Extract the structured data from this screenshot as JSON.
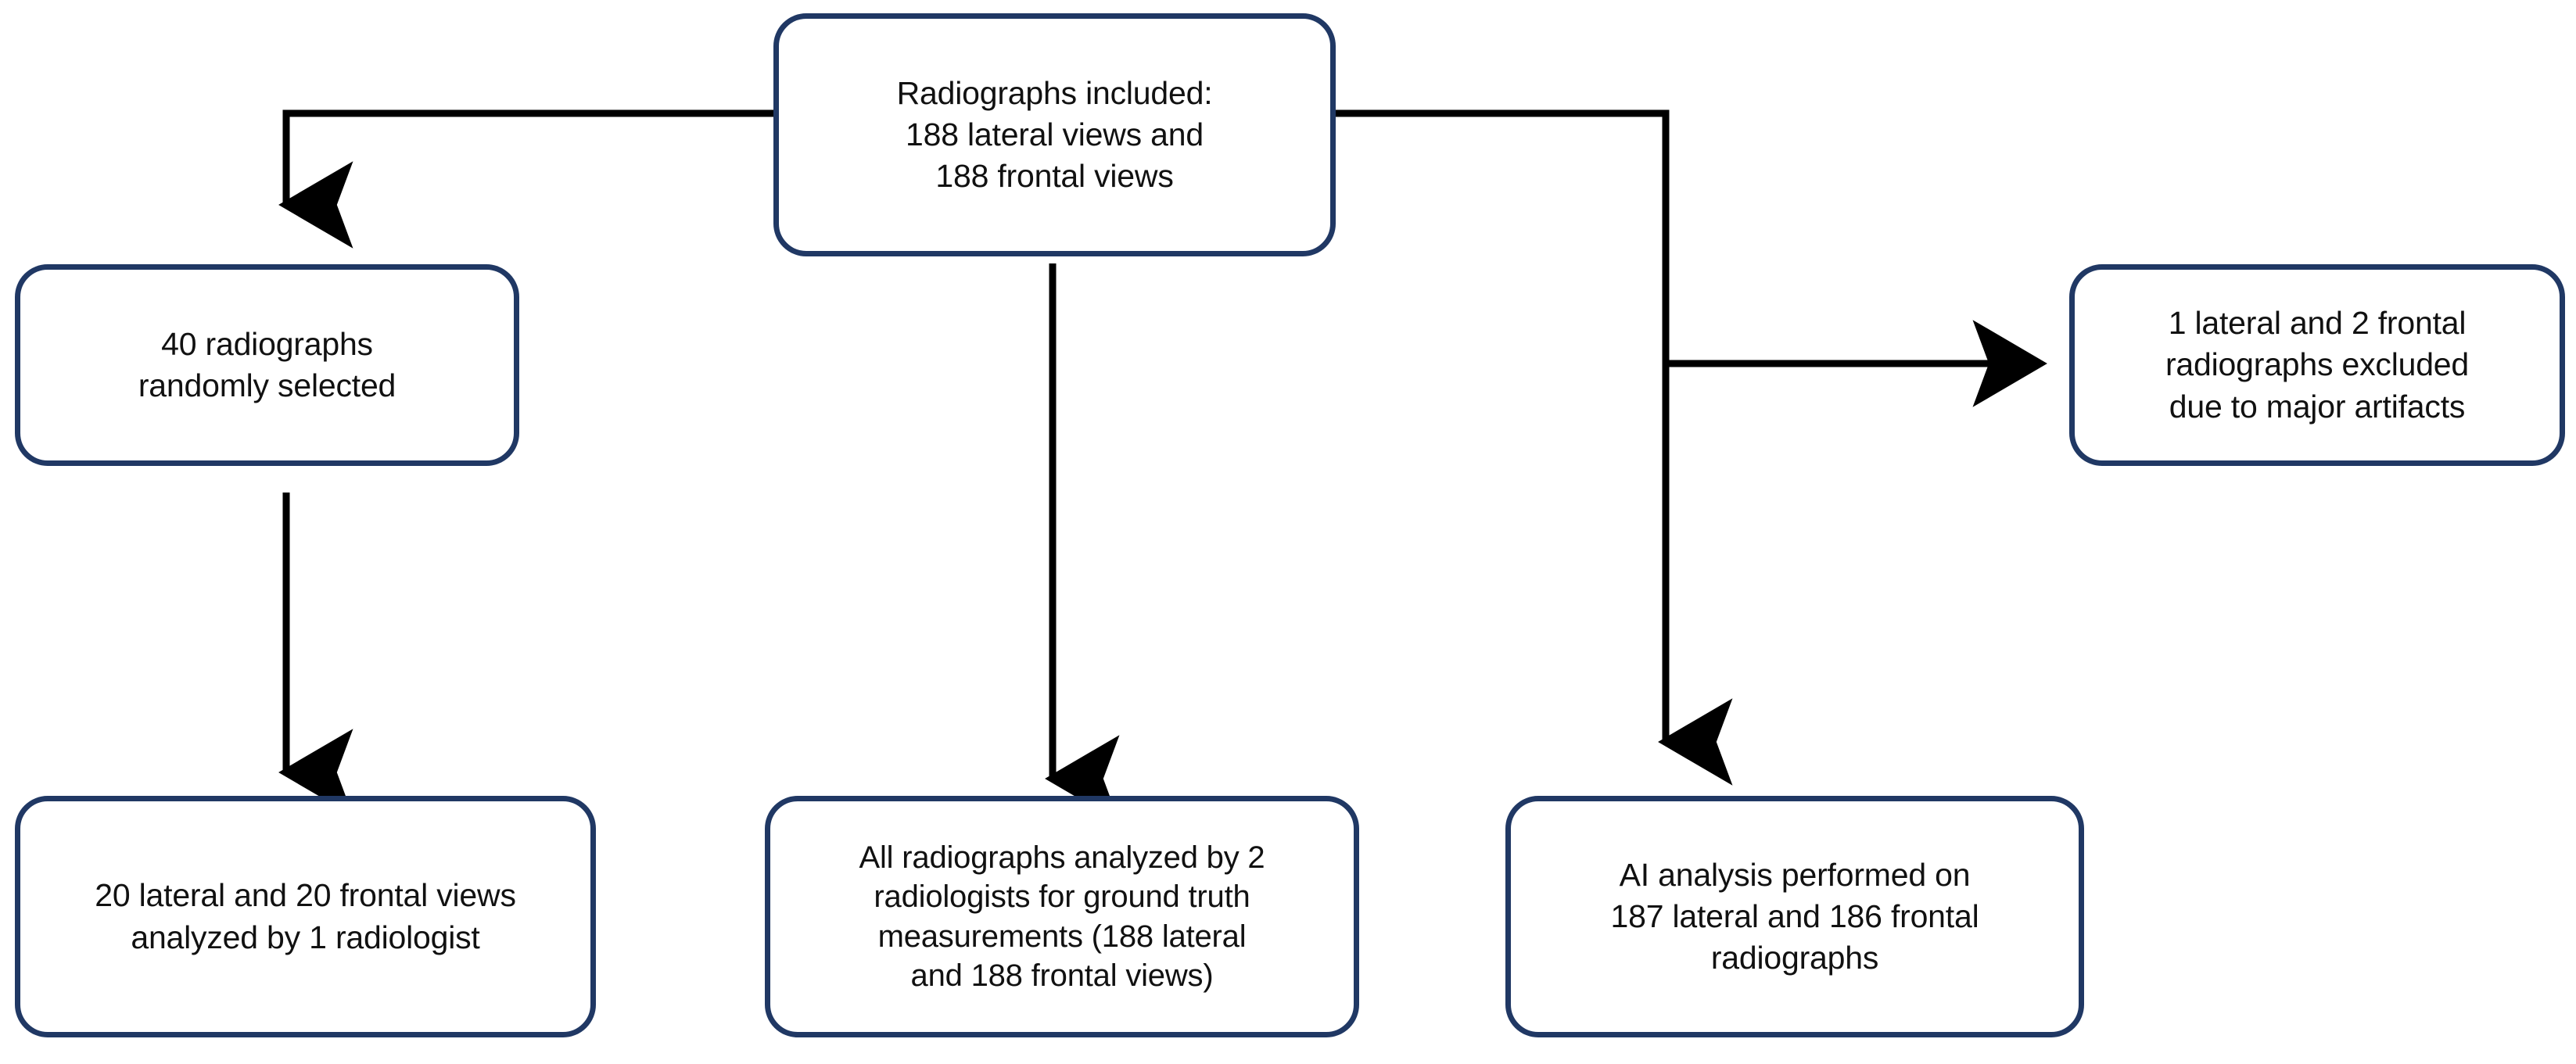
{
  "diagram": {
    "title": "Radiograph study flowchart",
    "colors": {
      "node_border": "#203864",
      "connector": "#000000",
      "node_fill": "#ffffff",
      "text": "#111111"
    },
    "nodes": [
      {
        "id": "node-top",
        "name": "radiographs-included-box",
        "text": "Radiographs included:\n188 lateral views and\n188 frontal views"
      },
      {
        "id": "node-left",
        "name": "randomly-selected-box",
        "text": "40 radiographs\nrandomly selected"
      },
      {
        "id": "node-right",
        "name": "excluded-radiographs-box",
        "text": "1 lateral and 2 frontal\nradiographs excluded\ndue to major artifacts"
      },
      {
        "id": "node-bl",
        "name": "single-radiologist-analysis-box",
        "text": "20 lateral and 20 frontal views\nanalyzed by 1 radiologist"
      },
      {
        "id": "node-bc",
        "name": "ground-truth-analysis-box",
        "text": "All radiographs analyzed by 2\nradiologists for ground truth\nmeasurements (188 lateral\nand 188 frontal views)"
      },
      {
        "id": "node-br",
        "name": "ai-analysis-box",
        "text": "AI analysis performed  on\n187 lateral and 186 frontal\nradiographs"
      }
    ],
    "connectors": [
      {
        "name": "top-to-randomly-selected-connector",
        "from": "node-top",
        "to": "node-left",
        "direction": "down"
      },
      {
        "name": "top-to-ground-truth-connector",
        "from": "node-top",
        "to": "node-bc",
        "direction": "down"
      },
      {
        "name": "top-to-excluded-connector",
        "from": "node-top",
        "to": "node-right",
        "direction": "right"
      },
      {
        "name": "top-to-ai-analysis-connector",
        "from": "node-top",
        "to": "node-br",
        "direction": "down"
      },
      {
        "name": "randomly-selected-to-single-radiologist-connector",
        "from": "node-left",
        "to": "node-bl",
        "direction": "down"
      }
    ]
  }
}
